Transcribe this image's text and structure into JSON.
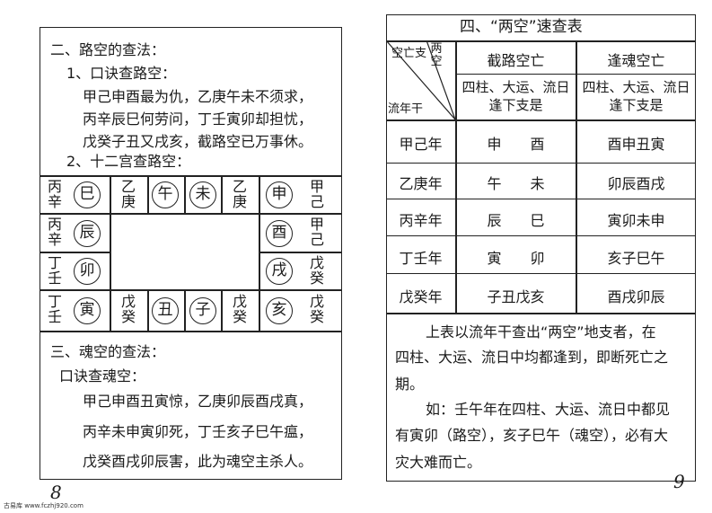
{
  "left": {
    "sec2_title": "二、路空的查法：",
    "sub1": "1、口诀查路空：",
    "verse1": [
      "甲己申酉最为仇，乙庚午未不须求，",
      "丙辛辰巳何劳问，丁壬寅卯却担忧，",
      "戊癸子丑又戌亥，截路空已万事休。"
    ],
    "sub2": "2、十二宫查路空：",
    "grid": {
      "top_labels": [
        "丙辛",
        "乙庚",
        "乙庚",
        "甲己"
      ],
      "top_circles": [
        "巳",
        "午",
        "未",
        "申"
      ],
      "left_labels": [
        "丙辛",
        "丁壬",
        "丁壬"
      ],
      "left_circles": [
        "辰",
        "卯",
        "寅"
      ],
      "right_labels": [
        "甲己",
        "戊癸",
        "戊癸"
      ],
      "right_circles": [
        "酉",
        "戌",
        "亥"
      ],
      "bottom_labels": [
        "戊癸",
        "戊癸"
      ],
      "bottom_circles": [
        "丑",
        "子"
      ]
    },
    "sec3_title": "三、魂空的查法：",
    "sub3": "口诀查魂空：",
    "verse2": [
      "甲己申酉丑寅惊，乙庚卯辰酉戌真，",
      "丙辛未申寅卯死，丁壬亥子巳午瘟，",
      "戊癸酉戌卯辰害，此为魂空主杀人。"
    ],
    "page_no": "8"
  },
  "right": {
    "title": "四、“两空”速查表",
    "header": {
      "diag_top": "两空",
      "diag_mid": "空亡支",
      "diag_bottom": "流年干",
      "col1": "截路空亡",
      "col2": "逢魂空亡",
      "sub": "四柱、大运、流日逢下支是"
    },
    "rows": [
      {
        "year": "甲己年",
        "lu": "申　　酉",
        "hun": "酉申丑寅"
      },
      {
        "year": "乙庚年",
        "lu": "午　　未",
        "hun": "卯辰酉戌"
      },
      {
        "year": "丙辛年",
        "lu": "辰　　巳",
        "hun": "寅卯未申"
      },
      {
        "year": "丁壬年",
        "lu": "寅　　卯",
        "hun": "亥子巳午"
      },
      {
        "year": "戊癸年",
        "lu": "子丑戊亥",
        "hun": "酉戌卯辰"
      }
    ],
    "para1": [
      "上表以流年干查出“两空”地支者，在",
      "四柱、大运、流日中均都逢到，即断死亡之",
      "期。"
    ],
    "para2": [
      "如：壬午年在四柱、大运、流日中都见",
      "有寅卯（路空），亥子巳午（魂空），必有大",
      "灾大难而亡。"
    ],
    "page_no": "9"
  },
  "footer": {
    "site_name": "古易库",
    "site_url": "www.fczhj920.com"
  }
}
